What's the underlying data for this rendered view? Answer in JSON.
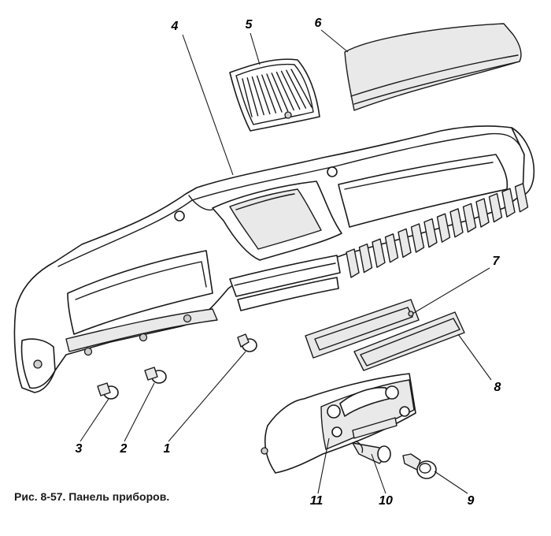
{
  "caption": "Рис. 8-57. Панель приборов.",
  "callouts": [
    {
      "id": "1",
      "label": "1"
    },
    {
      "id": "2",
      "label": "2"
    },
    {
      "id": "3",
      "label": "3"
    },
    {
      "id": "4",
      "label": "4"
    },
    {
      "id": "5",
      "label": "5"
    },
    {
      "id": "6",
      "label": "6"
    },
    {
      "id": "7",
      "label": "7"
    },
    {
      "id": "8",
      "label": "8"
    },
    {
      "id": "9",
      "label": "9"
    },
    {
      "id": "10",
      "label": "10"
    },
    {
      "id": "11",
      "label": "11"
    }
  ]
}
